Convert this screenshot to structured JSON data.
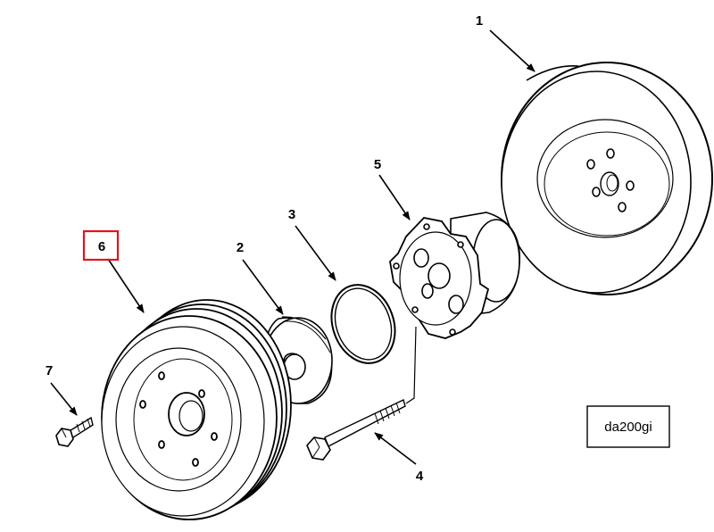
{
  "callouts": [
    {
      "id": 1,
      "label": "1"
    },
    {
      "id": 2,
      "label": "2"
    },
    {
      "id": 3,
      "label": "3"
    },
    {
      "id": 4,
      "label": "4"
    },
    {
      "id": 5,
      "label": "5"
    },
    {
      "id": 6,
      "label": "6",
      "highlighted": true
    },
    {
      "id": 7,
      "label": "7"
    }
  ],
  "figure_code": "da200gi",
  "colors": {
    "line": "#000000",
    "highlight": "#e3141b",
    "background": "#ffffff"
  }
}
